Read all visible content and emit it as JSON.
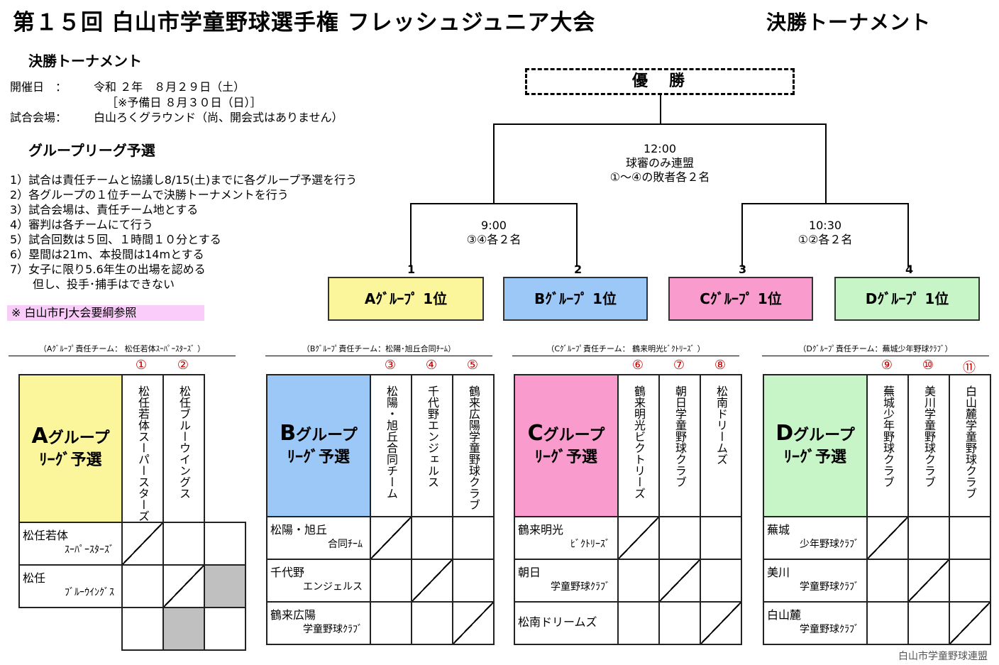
{
  "header": {
    "title": "第１５回 白山市学童野球選手権 フレッシュジュニア大会",
    "right": "決勝トーナメント"
  },
  "info": {
    "heading": "決勝トーナメント",
    "date_label": "開催日　：",
    "date_value": "令和 ２年　８月２９日（土）",
    "reserve": "［※予備日 ８月３０日（日）］",
    "venue_label": "試合会場：",
    "venue_value": "白山ろくグラウンド（尚、開会式はありません）",
    "league_heading": "グループリーグ予選",
    "rules": [
      "1）試合は責任チームと協議し8/15(土)までに各グループ予選を行う",
      "2）各グループの１位チームで決勝トーナメントを行う",
      "3）試合会場は、責任チーム地とする",
      "4）審判は各チームにて行う",
      "5）試合回数は５回、１時間１０分とする",
      "6）塁間は21m、本投間は14mとする",
      "7）女子に限り5.6年生の出場を認める",
      "　　但し、投手･捕手はできない"
    ],
    "note": "※ 白山市FJ大会要綱参照"
  },
  "bracket": {
    "champion": "優　勝",
    "final_time": "12:00",
    "final_umpire": "球審のみ連盟",
    "final_note": "①～④の敗者各２名",
    "semi_left_time": "9:00",
    "semi_left_note": "③④各２名",
    "semi_right_time": "10:30",
    "semi_right_note": "①②各２名",
    "seeds": [
      "1",
      "2",
      "3",
      "4"
    ],
    "slots": [
      "Aｸﾞﾙｰﾌﾟ 1位",
      "Bｸﾞﾙｰﾌﾟ 1位",
      "Cｸﾞﾙｰﾌﾟ 1位",
      "Dｸﾞﾙｰﾌﾟ 1位"
    ]
  },
  "colors": {
    "A": "#fbf59b",
    "B": "#9cc8f7",
    "C": "#f99ccd",
    "D": "#c8f5c8"
  },
  "groups": [
    {
      "resp": "（Aｸﾞﾙｰﾌﾟ責任チーム： 松任若体ｽｰﾊﾟｰｽﾀｰｽﾞ ）",
      "letter": "A",
      "name1": "グループ",
      "name2": "ﾘｰｸﾞ予選",
      "nums": [
        "①",
        "②"
      ],
      "cols": [
        "松任若体スーパースターズ",
        "松任ブルーウイングス"
      ],
      "rows": [
        [
          "松任若体",
          "ｽｰﾊﾟｰｽﾀｰｽﾞ"
        ],
        [
          "松任",
          "ﾌﾞﾙｰｳｲﾝｸﾞｽ"
        ]
      ]
    },
    {
      "resp": "（Bｸﾞﾙｰﾌﾟ責任チーム：松陽･旭丘合同ﾁｰﾑ）",
      "letter": "B",
      "name1": "グループ",
      "name2": "ﾘｰｸﾞ予選",
      "nums": [
        "③",
        "④",
        "⑤"
      ],
      "cols": [
        "松陽・旭丘合同チーム",
        "千代野エンジェルス",
        "鶴来広陽学童野球クラブ"
      ],
      "rows": [
        [
          "松陽・旭丘",
          "合同ﾁｰﾑ"
        ],
        [
          "千代野",
          "エンジェルス"
        ],
        [
          "鶴来広陽",
          "学童野球ｸﾗﾌﾞ"
        ]
      ]
    },
    {
      "resp": "（Cｸﾞﾙｰﾌﾟ責任チーム： 鶴来明光ﾋﾞｸﾄﾘｰｽﾞ ）",
      "letter": "C",
      "name1": "グループ",
      "name2": "ﾘｰｸﾞ予選",
      "nums": [
        "⑥",
        "⑦",
        "⑧"
      ],
      "cols": [
        "鶴来明光ビクトリーズ",
        "朝日学童野球クラブ",
        "松南ドリームズ"
      ],
      "rows": [
        [
          "鶴来明光",
          "ﾋﾞｸﾄﾘｰｽﾞ"
        ],
        [
          "朝日",
          "学童野球ｸﾗﾌﾞ"
        ],
        [
          "松南ドリームズ",
          ""
        ]
      ]
    },
    {
      "resp": "（Dｸﾞﾙｰﾌﾟ責任チーム：蕪城少年野球ｸﾗﾌﾞ）",
      "letter": "D",
      "name1": "グループ",
      "name2": "ﾘｰｸﾞ予選",
      "nums": [
        "⑨",
        "⑩",
        "⑪"
      ],
      "cols": [
        "蕪城少年野球クラブ",
        "美川学童野球クラブ",
        "白山麓学童野球クラブ"
      ],
      "rows": [
        [
          "蕪城",
          "少年野球ｸﾗﾌﾞ"
        ],
        [
          "美川",
          "学童野球ｸﾗﾌﾞ"
        ],
        [
          "白山麓",
          "学童野球ｸﾗﾌﾞ"
        ]
      ]
    }
  ],
  "footer": "白山市学童野球連盟"
}
